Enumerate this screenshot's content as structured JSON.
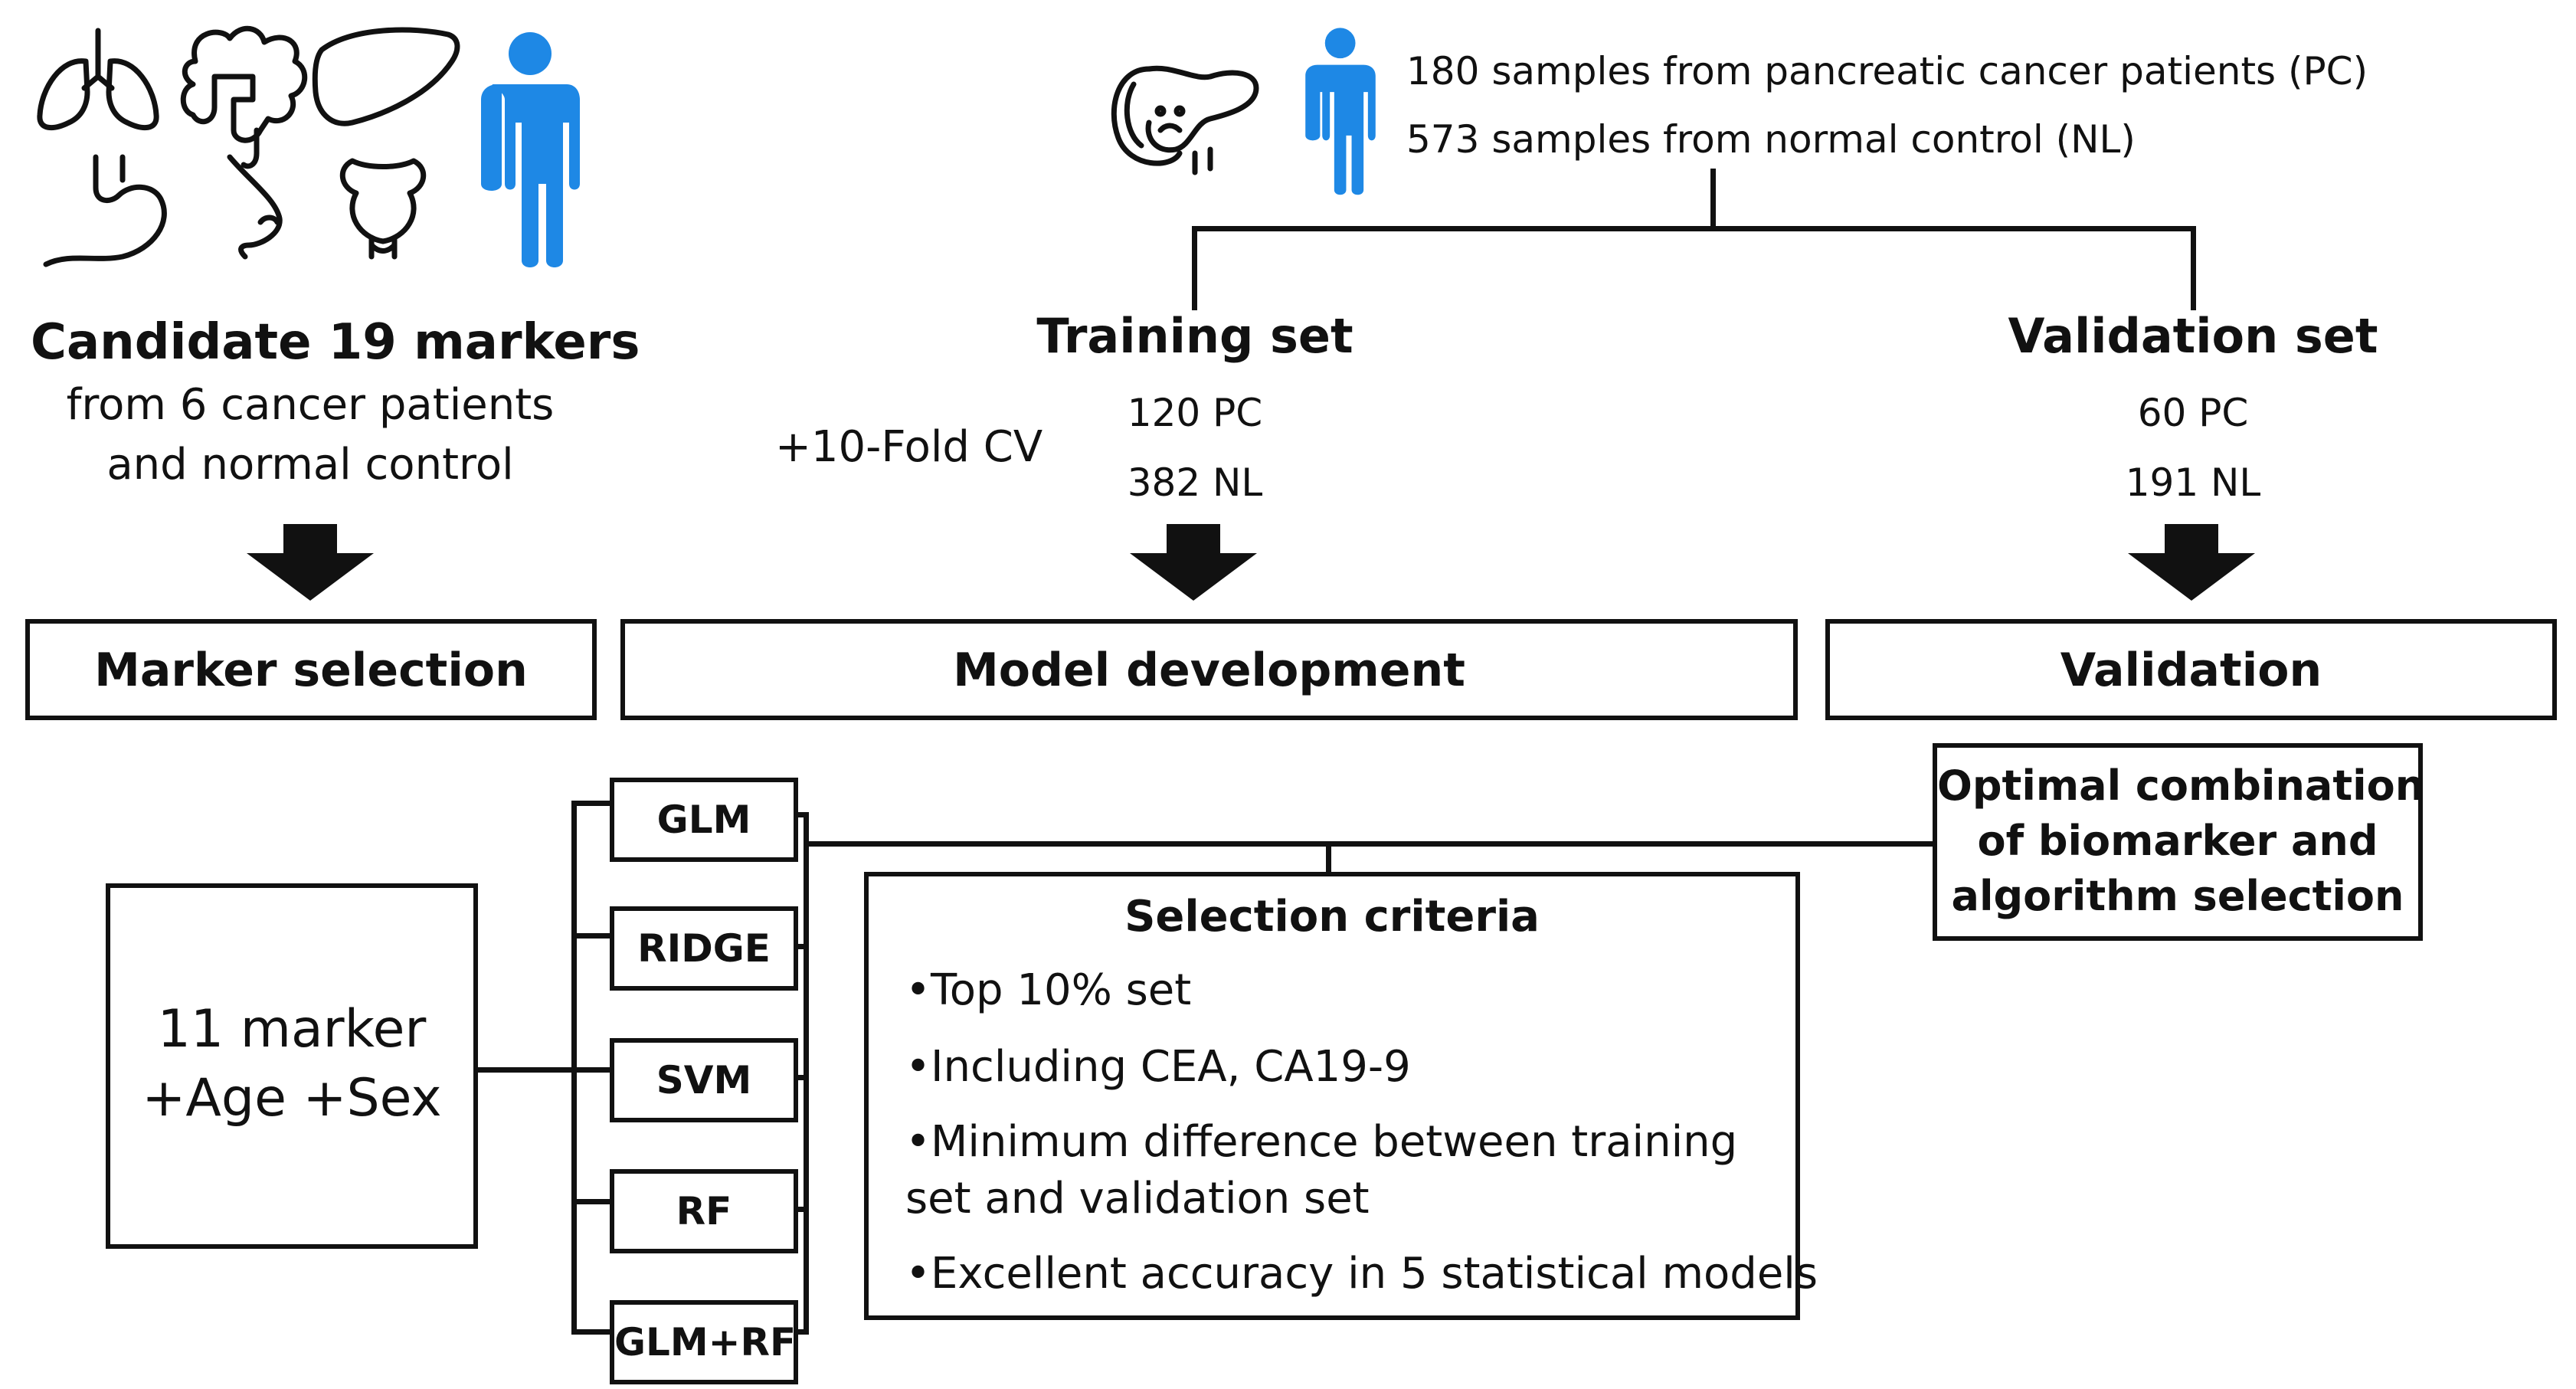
{
  "top_left": {
    "title": "Candidate 19 markers",
    "sub_line1": "from 6 cancer patients",
    "sub_line2": "and normal control"
  },
  "top_right": {
    "pc_samples": "180 samples from pancreatic cancer patients (PC)",
    "nl_samples": "573 samples from normal control (NL)"
  },
  "training": {
    "title": "Training set",
    "pc": "120 PC",
    "nl": "382 NL",
    "cv_note": "+10-Fold CV"
  },
  "validation_set": {
    "title": "Validation set",
    "pc": "60 PC",
    "nl": "191 NL"
  },
  "stages": {
    "marker_selection": "Marker selection",
    "model_development": "Model development",
    "validation": "Validation"
  },
  "input_box": {
    "line1": "11 marker",
    "line2": "+Age +Sex"
  },
  "models": [
    "GLM",
    "RIDGE",
    "SVM",
    "RF",
    "GLM+RF"
  ],
  "criteria": {
    "title": "Selection criteria",
    "item1": "•Top 10% set",
    "item2": "•Including CEA, CA19-9",
    "item3_line1": "•Minimum difference  between  training",
    "item3_line2": "set and validation set",
    "item4": "•Excellent accuracy in 5 statistical models"
  },
  "optimal": {
    "line1": "Optimal  combination",
    "line2": "of biomarker  and",
    "line3": "algorithm  selection"
  },
  "colors": {
    "person_blue": "#1E88E5",
    "ink": "#111111"
  },
  "icons": [
    "lungs-icon",
    "intestine-icon",
    "liver-icon",
    "stomach-icon",
    "breast-icon",
    "prostate-icon",
    "person-icon",
    "pancreas-icon"
  ]
}
